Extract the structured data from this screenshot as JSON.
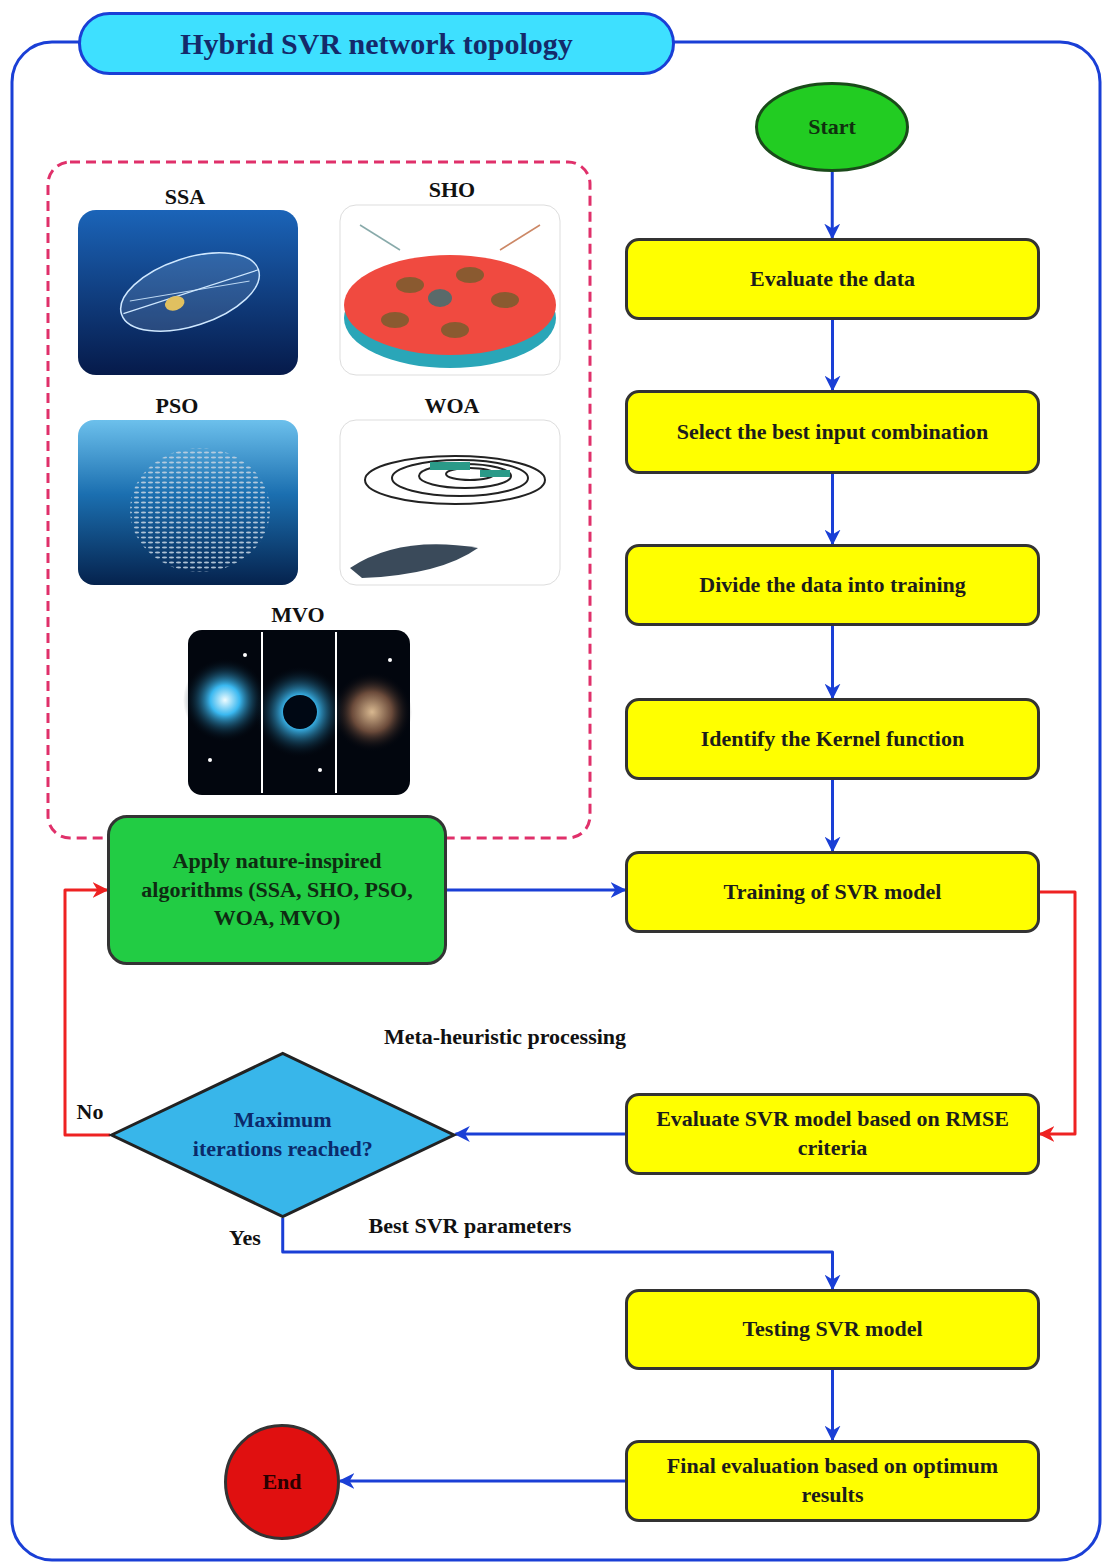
{
  "diagram": {
    "title": "Hybrid SVR network topology",
    "nodes": [
      {
        "text": [
          "Start"
        ]
      },
      {
        "text": [
          "Evaluate the data"
        ]
      },
      {
        "text": [
          "Select the best input combination"
        ]
      },
      {
        "text": [
          "Divide the data into training"
        ]
      },
      {
        "text": [
          "Identify the Kernel function"
        ]
      },
      {
        "text": [
          "Apply nature-inspired algorithms (SSA, SHO, PSO, WOA, MVO)"
        ]
      },
      {
        "text": [
          "Training of SVR model"
        ]
      },
      {
        "text": [
          "Maximum iterations reached?"
        ]
      },
      {
        "text": [
          "Evaluate SVR model based on RMSE criteria"
        ]
      },
      {
        "text": [
          "Testing SVR model"
        ]
      },
      {
        "text": [
          "End"
        ]
      },
      {
        "text": [
          "Final evaluation based on optimum results"
        ]
      }
    ],
    "edges": [
      {
        "from": 0,
        "to": 1,
        "arrow": "to"
      },
      {
        "from": 1,
        "to": 2,
        "arrow": "to"
      },
      {
        "from": 2,
        "to": 3,
        "arrow": "to"
      },
      {
        "from": 3,
        "to": 4,
        "arrow": "to"
      },
      {
        "from": 4,
        "to": 6,
        "arrow": "to"
      },
      {
        "from": 5,
        "to": 6,
        "arrow": "to"
      },
      {
        "from": 6,
        "to": 8,
        "arrow": "to"
      },
      {
        "from": 8,
        "to": 7,
        "arrow": "to"
      },
      {
        "from": 7,
        "to": 5,
        "label": "No",
        "arrow": "to"
      },
      {
        "from": 7,
        "to": 9,
        "label": "Yes",
        "arrow": "to"
      },
      {
        "from": 9,
        "to": 11,
        "arrow": "to"
      },
      {
        "from": 11,
        "to": 10,
        "arrow": "to"
      }
    ],
    "labels": [
      "SSA",
      "SHO",
      "PSO",
      "WOA",
      "MVO",
      "Meta-heuristic processing",
      "Best SVR parameters"
    ]
  }
}
